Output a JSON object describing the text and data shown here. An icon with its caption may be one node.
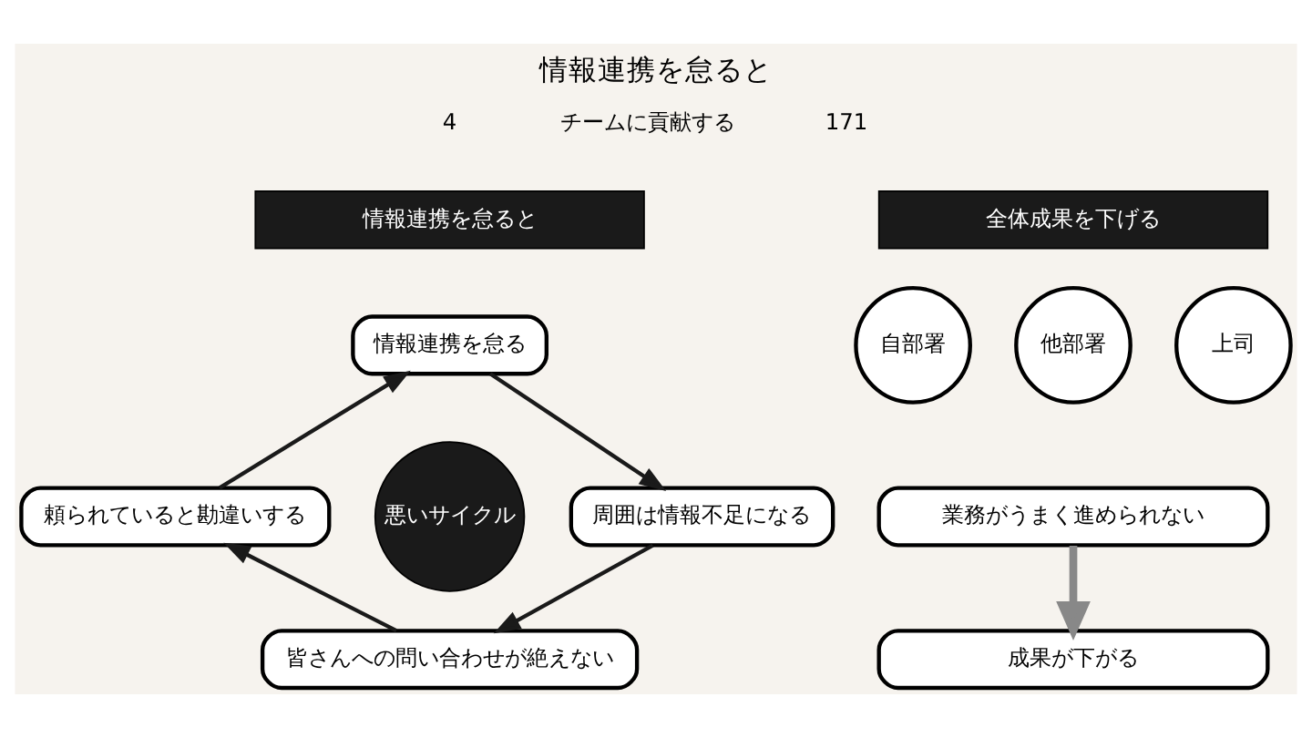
{
  "diagram": {
    "title": "情報連携を怠ると",
    "nodes": [
      {
        "text": [
          "情報連携を怠ると"
        ]
      },
      {
        "text": [
          "情報連携を怠る"
        ]
      },
      {
        "text": [
          "頼られていると勘違いする"
        ]
      },
      {
        "text": [
          "悪いサイクル"
        ]
      },
      {
        "text": [
          "周囲は情報不足になる"
        ]
      },
      {
        "text": [
          "皆さんへの問い合わせが絶えない"
        ]
      },
      {
        "text": [
          "全体成果を下げる"
        ]
      },
      {
        "text": [
          "自部署"
        ]
      },
      {
        "text": [
          "他部署"
        ]
      },
      {
        "text": [
          "上司"
        ]
      },
      {
        "text": [
          "業務がうまく進められない"
        ]
      },
      {
        "text": [
          "成果が下がる"
        ]
      }
    ],
    "edges": [
      {
        "from": 1,
        "to": 4,
        "arrow": "to"
      },
      {
        "from": 4,
        "to": 5,
        "arrow": "to"
      },
      {
        "from": 5,
        "to": 2,
        "arrow": "to"
      },
      {
        "from": 2,
        "to": 1,
        "arrow": "to"
      },
      {
        "from": 10,
        "to": 11,
        "arrow": "to",
        "style": "thick",
        "color": "#888888"
      }
    ],
    "labels": [
      "4",
      "チームに貢献する",
      "171"
    ]
  }
}
